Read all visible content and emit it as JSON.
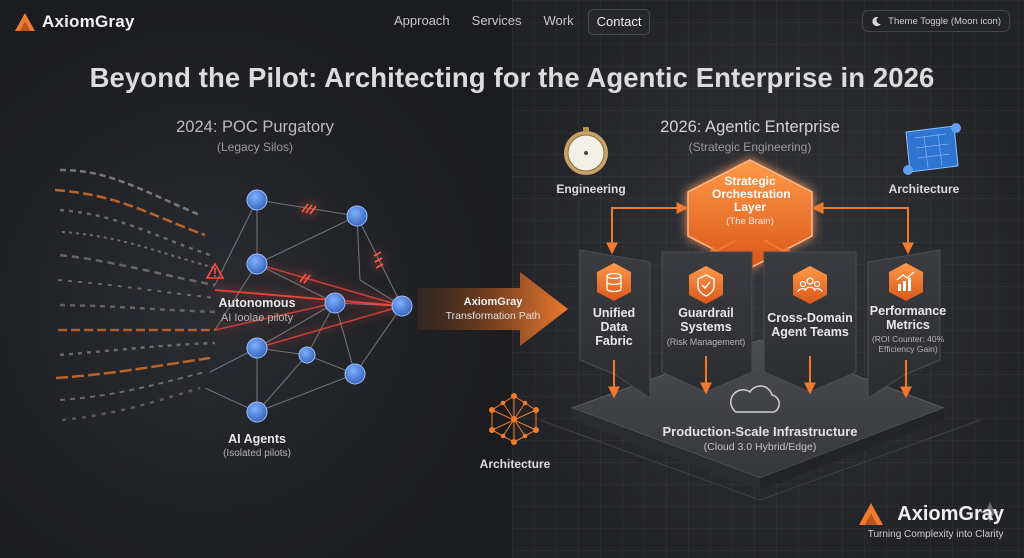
{
  "nav": {
    "brand": "AxiomGray",
    "links": [
      "Approach",
      "Services",
      "Work",
      "Contact"
    ],
    "active_link": "Contact",
    "theme_toggle": "Theme Toggle (Moon icon)"
  },
  "title": "Beyond the Pilot: Architecting for the Agentic Enterprise in 2026",
  "left": {
    "heading": "2024: POC Purgatory",
    "subheading": "(Legacy Silos)",
    "center_label": "Autonomous",
    "center_sub": "AI Ioolae piloty",
    "bottom_label": "AI Agents",
    "bottom_sub": "(Isolated pilots)"
  },
  "transition": {
    "label": "AxiomGray",
    "sub": "Transformation Path"
  },
  "right": {
    "heading": "2026: Agentic Enterprise",
    "subheading": "(Strategic Engineering)",
    "engineering_label": "Engineering",
    "architecture_top_label": "Architecture",
    "architecture_bottom_label": "Architecture",
    "orchestration": {
      "title_lines": [
        "Strategic",
        "Orchestration",
        "Layer"
      ],
      "sub": "(The Brain)"
    },
    "pillars": [
      {
        "lines": [
          "Unified",
          "Data",
          "Fabric"
        ],
        "sub": "",
        "icon": "database-icon"
      },
      {
        "lines": [
          "Guardrail",
          "Systems"
        ],
        "sub": "(Risk Management)",
        "icon": "shield-check-icon"
      },
      {
        "lines": [
          "Cross-Domain",
          "Agent Teams"
        ],
        "sub": "",
        "icon": "team-icon"
      },
      {
        "lines": [
          "Performance",
          "Metrics"
        ],
        "sub": "(ROI Counter: 40% Efficiency Gain)",
        "icon": "chart-up-icon"
      }
    ],
    "platform": {
      "label": "Production-Scale Infrastructure",
      "sub": "(Cloud 3.0 Hybrid/Edge)"
    }
  },
  "footer": {
    "brand": "AxiomGray",
    "tagline": "Turning Complexity into Clarity"
  },
  "colors": {
    "accent": "#f07a2e",
    "accent_dark": "#c9561a",
    "node_blue": "#4a7fd6",
    "background": "#1d1f23"
  }
}
